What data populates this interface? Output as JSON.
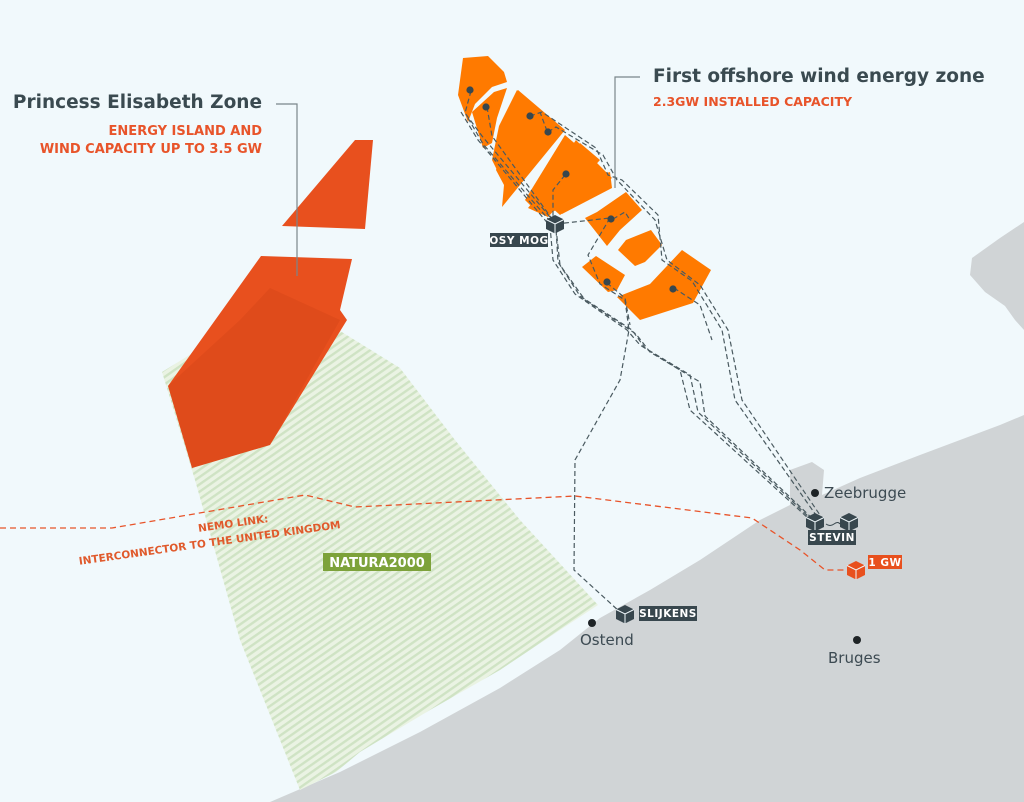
{
  "zones": {
    "princess_elisabeth": {
      "title": "Princess Elisabeth Zone",
      "subtitle_line1": "ENERGY ISLAND AND",
      "subtitle_line2": "WIND CAPACITY UP TO 3.5 GW"
    },
    "first_offshore": {
      "title": "First offshore wind energy zone",
      "subtitle": "2.3GW INSTALLED CAPACITY"
    }
  },
  "natura": {
    "label": "NATURA2000"
  },
  "nemo": {
    "line1": "NEMO LINK:",
    "line2": "INTERCONNECTOR TO THE UNITED KINGDOM"
  },
  "substations": {
    "osy_mog": "OSY MOG",
    "stevin": "STEVIN",
    "slijkens": "SLIJKENS",
    "one_gw": "1 GW"
  },
  "cities": {
    "zeebrugge": "Zeebrugge",
    "ostend": "Ostend",
    "bruges": "Bruges"
  },
  "colors": {
    "sea": "#f1f9fc",
    "land": "#d0d4d6",
    "princess_zone": "#e8501e",
    "wind_farms": "#ff7a00",
    "natura": "#7da23a",
    "natura_hatch": "#cfe3c4",
    "substation": "#38474e",
    "nemo": "#e8542a"
  }
}
